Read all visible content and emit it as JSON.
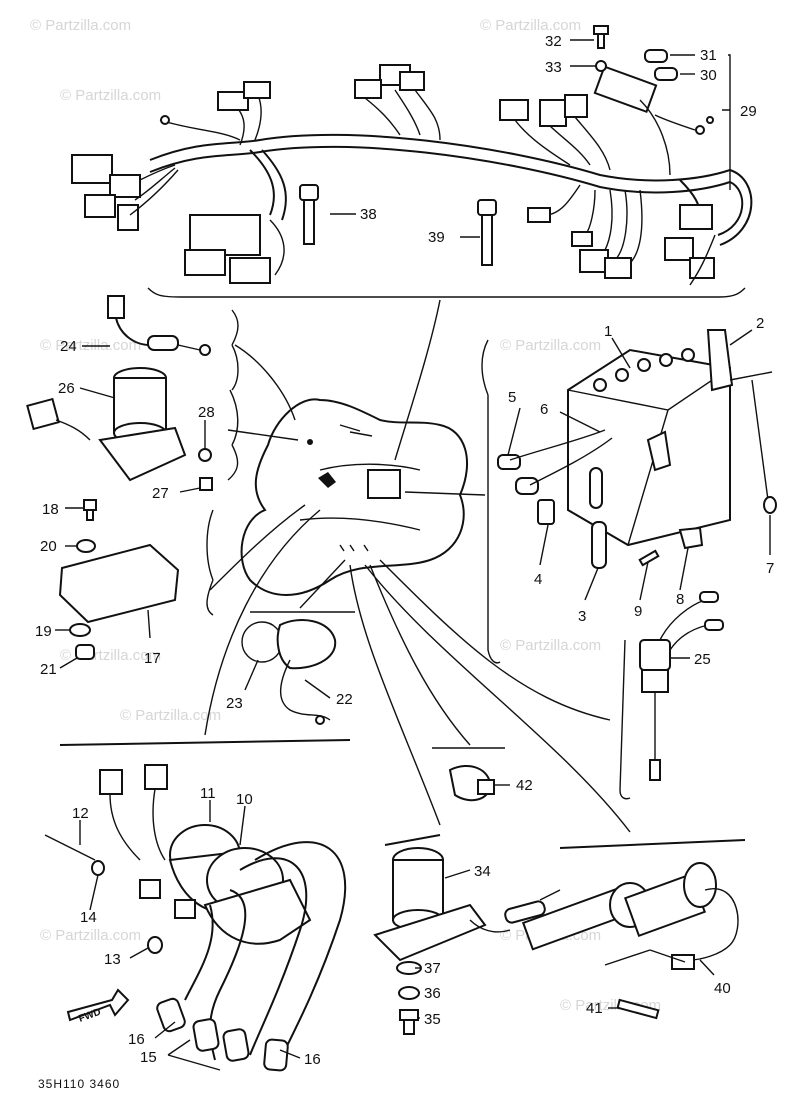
{
  "watermark": "© Partzilla.com",
  "drawing_code": "35H110 3460",
  "fwd_label": "FWD",
  "callouts": [
    "1",
    "2",
    "3",
    "4",
    "5",
    "6",
    "7",
    "8",
    "9",
    "10",
    "11",
    "12",
    "13",
    "14",
    "15",
    "16",
    "17",
    "18",
    "19",
    "20",
    "21",
    "22",
    "23",
    "24",
    "25",
    "26",
    "27",
    "28",
    "29",
    "30",
    "31",
    "32",
    "33",
    "34",
    "35",
    "36",
    "37",
    "38",
    "39",
    "40",
    "41",
    "42"
  ]
}
